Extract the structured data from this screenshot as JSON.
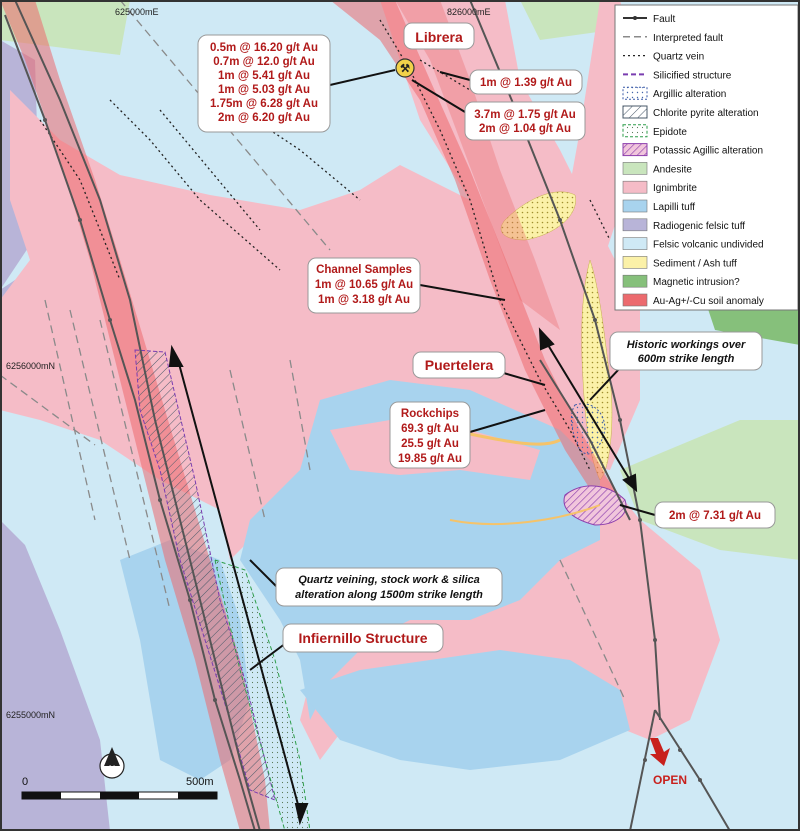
{
  "coords": {
    "e625": "625000mE",
    "e626": "826000mE",
    "n6256": "6256000mN",
    "n6255": "6255000mN"
  },
  "places": {
    "librera": "Librera",
    "puertelera": "Puertelera",
    "infiernillo": "Infiernillo Structure",
    "open": "OPEN"
  },
  "callouts": {
    "librera_samples": [
      "0.5m @ 16.20 g/t Au",
      "0.7m @ 12.0 g/t Au",
      "1m @ 5.41 g/t Au",
      "1m @ 5.03 g/t Au",
      "1.75m @ 6.28 g/t Au",
      "2m @ 6.20 g/t Au"
    ],
    "librera_right": "1m @ 1.39 g/t Au",
    "librera_lower": [
      "3.7m @ 1.75 g/t Au",
      "2m @ 1.04 g/t Au"
    ],
    "channel": [
      "Channel Samples",
      "1m @ 10.65 g/t Au",
      "1m @ 3.18 g/t Au"
    ],
    "rockchips": [
      "Rockchips",
      "69.3 g/t Au",
      "25.5 g/t Au",
      "19.85 g/t Au"
    ],
    "historic": [
      "Historic workings over",
      "600m strike length"
    ],
    "drill": "2m @ 7.31 g/t Au",
    "quartz": [
      "Quartz veining, stock work & silica",
      "alteration along 1500m strike length"
    ]
  },
  "legend": {
    "items": [
      {
        "label": "Fault",
        "symbol": "fault"
      },
      {
        "label": "Interpreted fault",
        "symbol": "dash"
      },
      {
        "label": "Quartz vein",
        "symbol": "dot"
      },
      {
        "label": "Silicified structure",
        "symbol": "purple-dash"
      },
      {
        "label": "Argillic alteration",
        "symbol": "argillic"
      },
      {
        "label": "Chlorite pyrite alteration",
        "symbol": "chlorite"
      },
      {
        "label": "Epidote",
        "symbol": "epidote"
      },
      {
        "label": "Potassic Agillic alteration",
        "symbol": "potassic"
      },
      {
        "label": "Andesite",
        "symbol": "#c9e5bd"
      },
      {
        "label": "Ignimbrite",
        "symbol": "#f5bcc7"
      },
      {
        "label": "Lapilli tuff",
        "symbol": "#a8d3ee"
      },
      {
        "label": "Radiogenic felsic tuff",
        "symbol": "#b8b4d8"
      },
      {
        "label": "Felsic volcanic undivided",
        "symbol": "#cfe9f5"
      },
      {
        "label": "Sediment / Ash tuff",
        "symbol": "#fbf1a8"
      },
      {
        "label": "Magnetic intrusion?",
        "symbol": "#86c07b"
      },
      {
        "label": "Au-Ag+/-Cu soil anomaly",
        "symbol": "#ec6a6e"
      }
    ]
  },
  "scale": {
    "start": "0",
    "end": "500m",
    "north": "N"
  },
  "colors": {
    "felsic": "#cfe9f5",
    "ignimbrite": "#f5bcc7",
    "lapilli": "#a8d3ee",
    "radiogenic": "#b8b4d8",
    "andesite": "#c9e5bd",
    "magnetic": "#86c07b",
    "sediment": "#fbf1a8",
    "anomaly": "#ec6a6e",
    "callout_text": "#b11a1a"
  }
}
